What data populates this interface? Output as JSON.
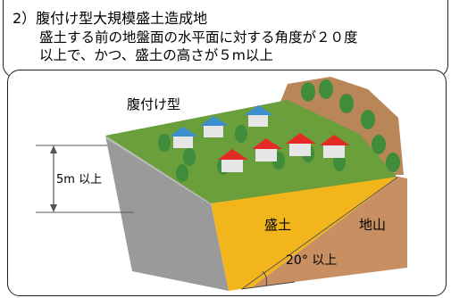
{
  "section": {
    "title": "2）腹付け型大規模盛土造成地",
    "line1": "盛土する前の地盤面の水平面に対する角度が２０度",
    "line2": "以上で、かつ、盛土の高さが５m以上"
  },
  "diagram": {
    "type_label": "腹付け型",
    "height_label": "5m 以上",
    "fill_label": "盛土",
    "ground_label": "地山",
    "angle_label": "20° 以上",
    "colors": {
      "grass": "#6a9f3c",
      "fill": "#f2b61c",
      "ground": "#c78f62",
      "wall": "#9a9a9a",
      "red_roof": "#e32a24",
      "blue_roof": "#3b8fcf",
      "tree": "#3f8c3a"
    }
  }
}
